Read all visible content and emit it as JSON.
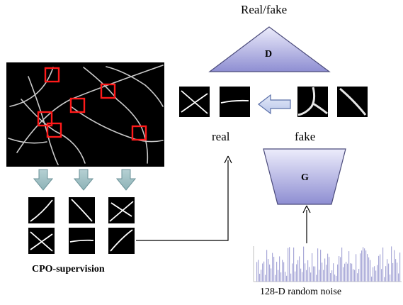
{
  "labels": {
    "real_fake": "Real/fake",
    "discriminator": "D",
    "generator": "G",
    "real": "real",
    "fake": "fake",
    "cpo_supervision": "CPO-supervision",
    "noise": "128-D random noise"
  },
  "colors": {
    "block_fill_top": "#e6e6fa",
    "block_fill_bottom": "#8f8fd3",
    "block_stroke": "#4a4a7a",
    "arrow_fill": "#9bbdc1",
    "arrow_stroke": "#6b9298",
    "left_arrow_fill": "#c9d4f0",
    "left_arrow_stroke": "#5a6fa8",
    "patch_box": "#ff0000",
    "curve": "#c8c8c8",
    "noise_bar": "#a9a9d8"
  },
  "icons": [
    "down-arrow-icon",
    "left-arrow-icon",
    "up-arrow-icon"
  ]
}
